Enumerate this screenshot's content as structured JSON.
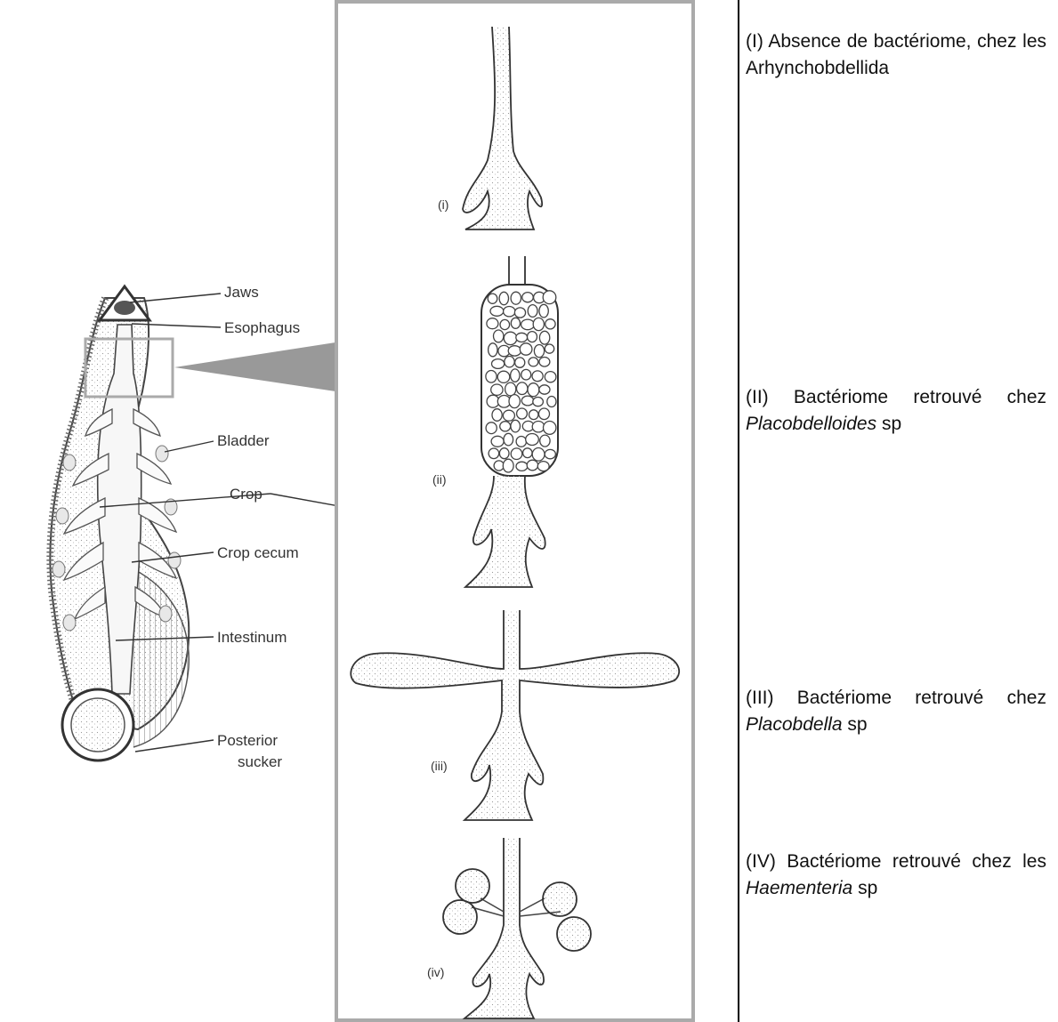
{
  "anatomy_labels": {
    "jaws": "Jaws",
    "esophagus": "Esophagus",
    "bladder": "Bladder",
    "crop": "Crop",
    "crop_cecum": "Crop cecum",
    "intestinum": "Intestinum",
    "posterior_line1": "Posterior",
    "posterior_line2": "sucker"
  },
  "panel_numerals": {
    "i": "(i)",
    "ii": "(ii)",
    "iii": "(iii)",
    "iv": "(iv)"
  },
  "captions": [
    {
      "text": "(I) Absence de bactériome, chez les Arhynchobdellida",
      "pre": "",
      "italic": "",
      "post": ""
    },
    {
      "pre": "(II) Bactériome retrouvé chez ",
      "italic": "Placobdelloides",
      "post": " sp"
    },
    {
      "pre": "(III) Bactériome retrouvé chez ",
      "italic": "Placobdella",
      "post": " sp"
    },
    {
      "pre": "(IV) Bactériome retrouvé chez les ",
      "italic": "Haementeria",
      "post": " sp"
    }
  ]
}
